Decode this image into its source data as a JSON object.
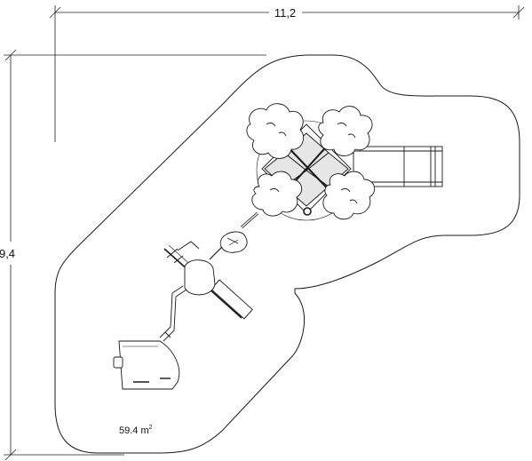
{
  "dimensions": {
    "width_label": "11,2",
    "height_label": "9,4"
  },
  "area": {
    "value": "59.4 m",
    "unit_superscript": "2"
  },
  "colors": {
    "line": "#1a1a1a",
    "fill": "#ffffff",
    "shade": "#e6e6e6"
  },
  "icons": [
    "tree-icon",
    "slide-icon",
    "tower-icon",
    "bridge-icon"
  ]
}
